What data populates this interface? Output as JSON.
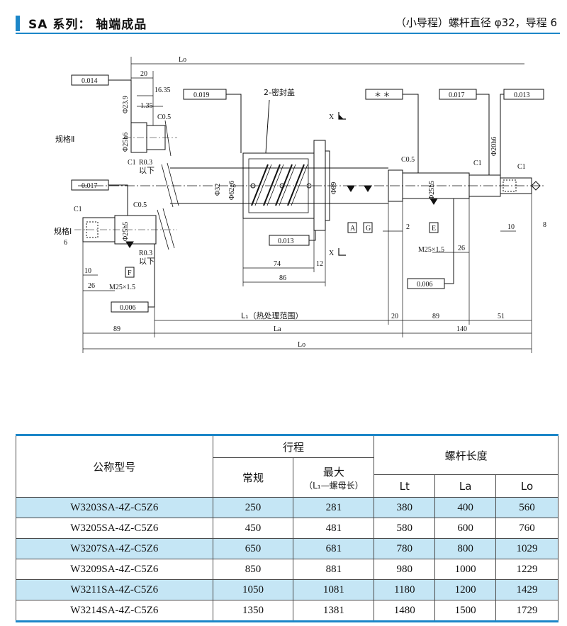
{
  "header": {
    "title": "SA 系列： 轴端成品",
    "subtitle": "（小导程）螺杆直径 φ32，导程 6"
  },
  "drawing": {
    "spec2_label": "规格Ⅱ",
    "spec1_label": "规格Ⅰ",
    "seal_label": "2-密封盖",
    "section_mark": "X",
    "heat_range_label": "L₁（热处理范围）",
    "tol_0014": "0.014",
    "tol_0019": "0.019",
    "tol_0017a": "0.017",
    "tol_0017b": "0.017",
    "tol_0013a": "0.013",
    "tol_0013b": "0.013",
    "tol_0006a": "0.006",
    "tol_0006b": "0.006",
    "tol_star": "＊ ＊",
    "datum_a": "A",
    "datum_e": "E",
    "datum_f": "F",
    "datum_g": "G",
    "dim_20_top": "20",
    "dim_1635": "16.35",
    "dim_135": "1.35",
    "dim_c05_a": "C0.5",
    "dim_c05_b": "C0.5",
    "dim_c05_c": "C0.5",
    "dim_c1_a": "C1",
    "dim_c1_b": "C1",
    "dim_c1_c": "C1",
    "dim_c1_d": "C1",
    "dim_r03_a": "R0.3",
    "dim_r03_b": "R0.3",
    "below": "以下",
    "dia_239": "Φ23.9",
    "dia_25h6_a": "Φ25h6",
    "dia_25h5_a": "Φ25h5",
    "dia_25h5_b": "Φ25h5",
    "dia_20h6": "Φ20h6",
    "dia_32": "Φ32",
    "dia_62g6": "Φ62g6",
    "dia_89": "Φ89",
    "m25_a": "M25×1.5",
    "m25_b": "M25×1.5",
    "dim_10_a": "10",
    "dim_10_b": "10",
    "dim_26_a": "26",
    "dim_26_b": "26",
    "dim_74": "74",
    "dim_86": "86",
    "dim_12": "12",
    "dim_2": "2",
    "dim_8": "8",
    "dim_6": "6",
    "dim_20_bot": "20",
    "dim_89_a": "89",
    "dim_89_b": "89",
    "dim_51": "51",
    "dim_140": "140",
    "lo": "Lo",
    "la": "La"
  },
  "table": {
    "col_model": "公称型号",
    "col_stroke": "行程",
    "col_normal": "常规",
    "col_max": "最大",
    "col_max_note": "（L₁—螺母长）",
    "col_length": "螺杆长度",
    "col_lt": "Lt",
    "col_la": "La",
    "col_lo": "Lo",
    "rows": [
      {
        "model": "W3203SA-4Z-C5Z6",
        "normal": "250",
        "max": "281",
        "lt": "380",
        "la": "400",
        "lo": "560"
      },
      {
        "model": "W3205SA-4Z-C5Z6",
        "normal": "450",
        "max": "481",
        "lt": "580",
        "la": "600",
        "lo": "760"
      },
      {
        "model": "W3207SA-4Z-C5Z6",
        "normal": "650",
        "max": "681",
        "lt": "780",
        "la": "800",
        "lo": "1029"
      },
      {
        "model": "W3209SA-4Z-C5Z6",
        "normal": "850",
        "max": "881",
        "lt": "980",
        "la": "1000",
        "lo": "1229"
      },
      {
        "model": "W3211SA-4Z-C5Z6",
        "normal": "1050",
        "max": "1081",
        "lt": "1180",
        "la": "1200",
        "lo": "1429"
      },
      {
        "model": "W3214SA-4Z-C5Z6",
        "normal": "1350",
        "max": "1381",
        "lt": "1480",
        "la": "1500",
        "lo": "1729"
      }
    ]
  }
}
